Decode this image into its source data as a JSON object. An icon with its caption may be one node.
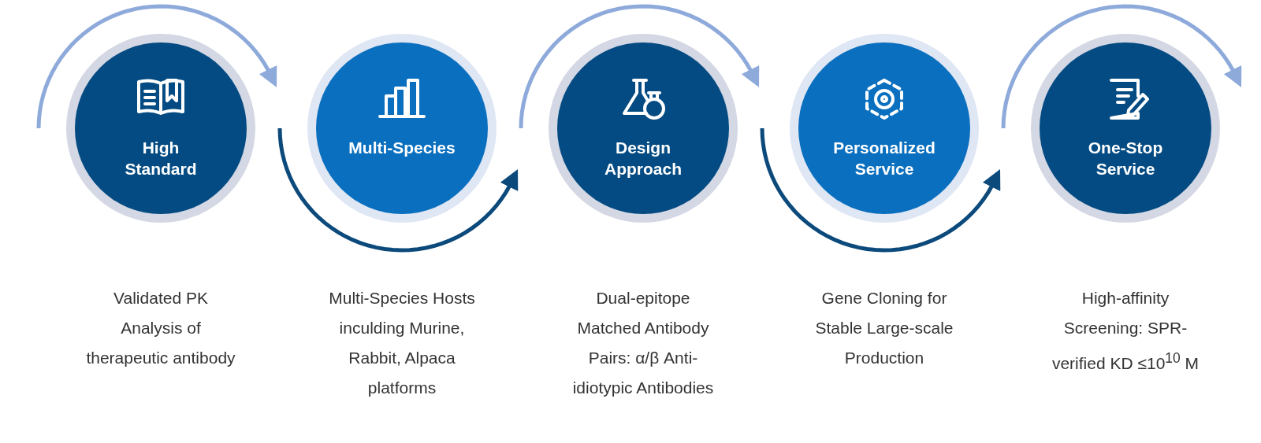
{
  "diagram": {
    "nodes": [
      {
        "text": [
          "High Standard"
        ]
      },
      {
        "text": [
          "Multi-Species"
        ]
      },
      {
        "text": [
          "Design Approach"
        ]
      },
      {
        "text": [
          "Personalized Service"
        ]
      },
      {
        "text": [
          "One-Stop Service"
        ]
      }
    ],
    "labels": [
      "Validated PK Analysis of therapeutic antibody",
      "Multi-Species Hosts inculding Murine, Rabbit, Alpaca platforms",
      "Dual-epitope Matched Antibody Pairs: α/β Anti-idiotypic Antibodies",
      "Gene Cloning for Stable Large-scale Production",
      "High-affinity Screening: SPR-verified KD ≤10$^{10}$ M"
    ]
  }
}
